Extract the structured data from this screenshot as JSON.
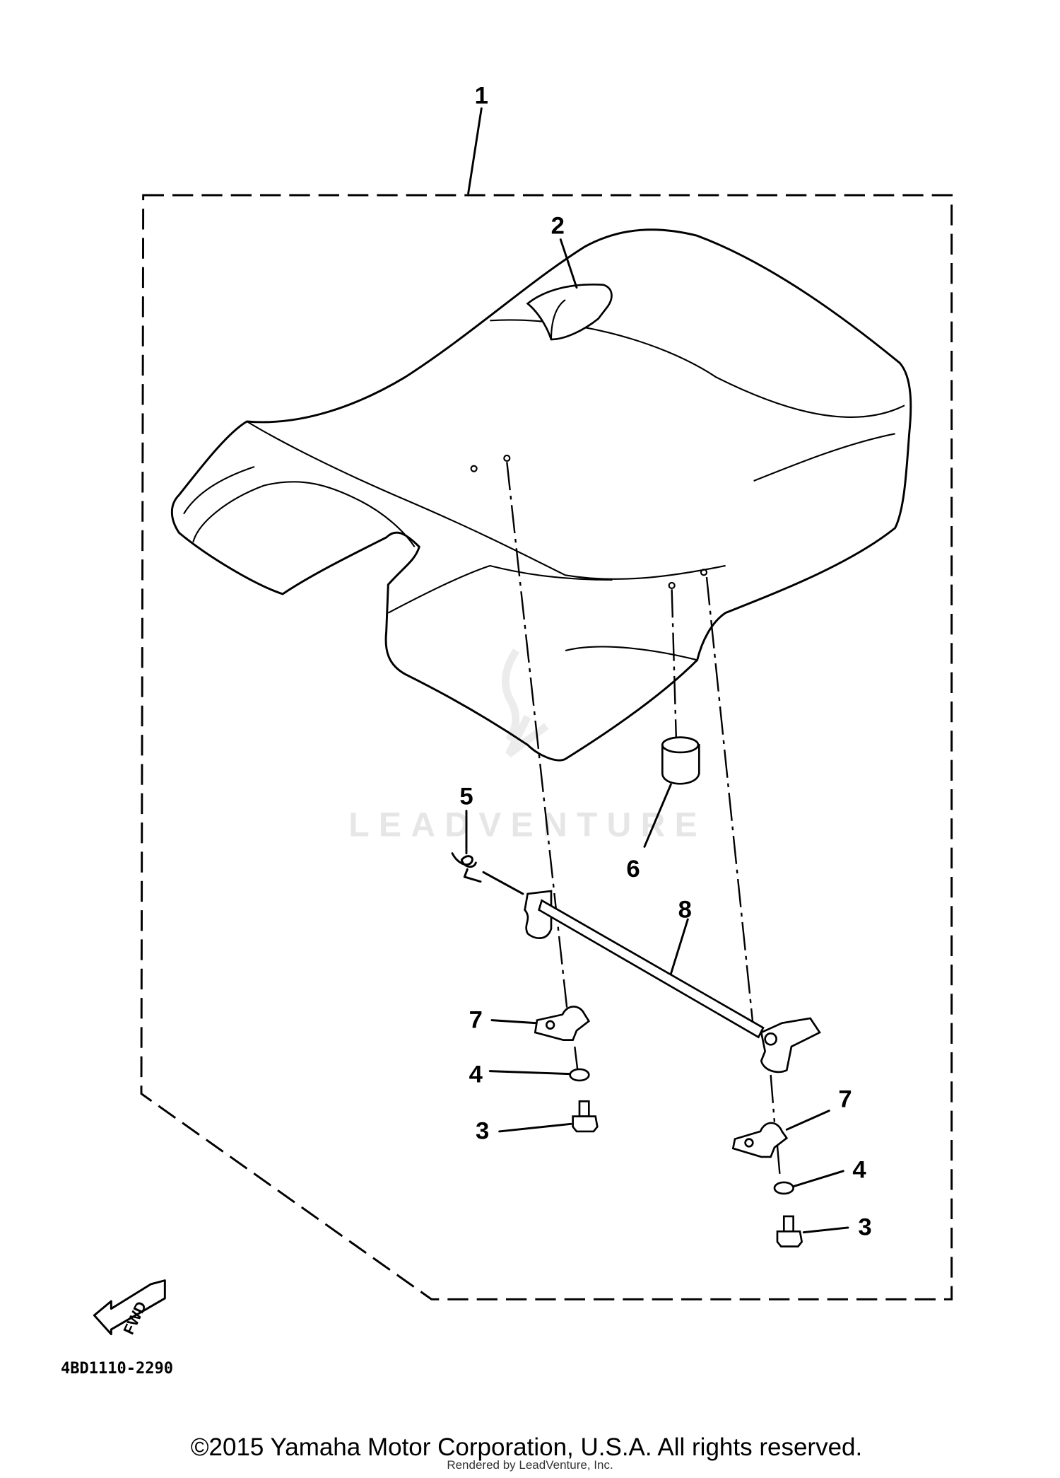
{
  "diagram": {
    "callouts": {
      "c1": "1",
      "c2": "2",
      "c3a": "3",
      "c3b": "3",
      "c4a": "4",
      "c4b": "4",
      "c5": "5",
      "c6": "6",
      "c7a": "7",
      "c7b": "7",
      "c8": "8"
    },
    "fwd_label": "FWD",
    "part_code": "4BD1110-2290",
    "watermark": "LEADVENTURE",
    "copyright": "©2015 Yamaha Motor Corporation, U.S.A. All rights reserved.",
    "rendered_by": "Rendered by LeadVenture, Inc."
  }
}
